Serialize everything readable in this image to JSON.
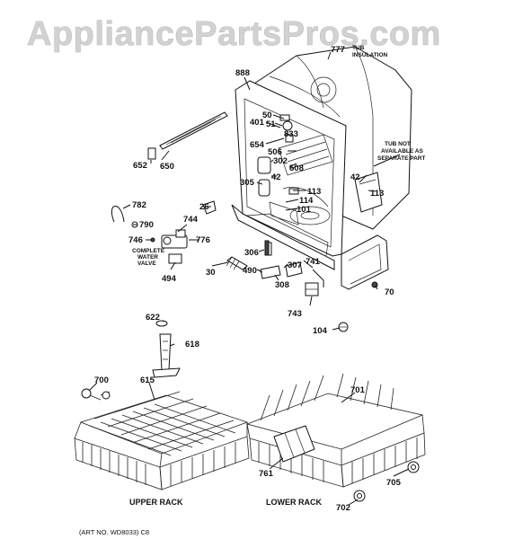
{
  "watermark": "AppliancePartsPros.com",
  "notes": {
    "tub_insulation": [
      "TUB",
      "INSULATION"
    ],
    "tub_not_available": [
      "TUB NOT",
      "AVAILABLE AS",
      "SEPARATE PART"
    ],
    "complete_water_valve": [
      "COMPLETE",
      "WATER",
      "VALVE"
    ]
  },
  "captions": {
    "upper_rack": "UPPER RACK",
    "lower_rack": "LOWER RACK",
    "art_no": "(ART NO. WD8033) C8"
  },
  "part_numbers": [
    "777",
    "888",
    "50",
    "51",
    "401",
    "833",
    "654",
    "506",
    "302",
    "508",
    "42",
    "305",
    "113",
    "114",
    "101",
    "42",
    "113",
    "652",
    "650",
    "782",
    "790",
    "744",
    "26",
    "746",
    "776",
    "494",
    "30",
    "306",
    "490",
    "307",
    "741",
    "308",
    "70",
    "743",
    "104",
    "622",
    "618",
    "700",
    "615",
    "701",
    "761",
    "705",
    "702"
  ]
}
